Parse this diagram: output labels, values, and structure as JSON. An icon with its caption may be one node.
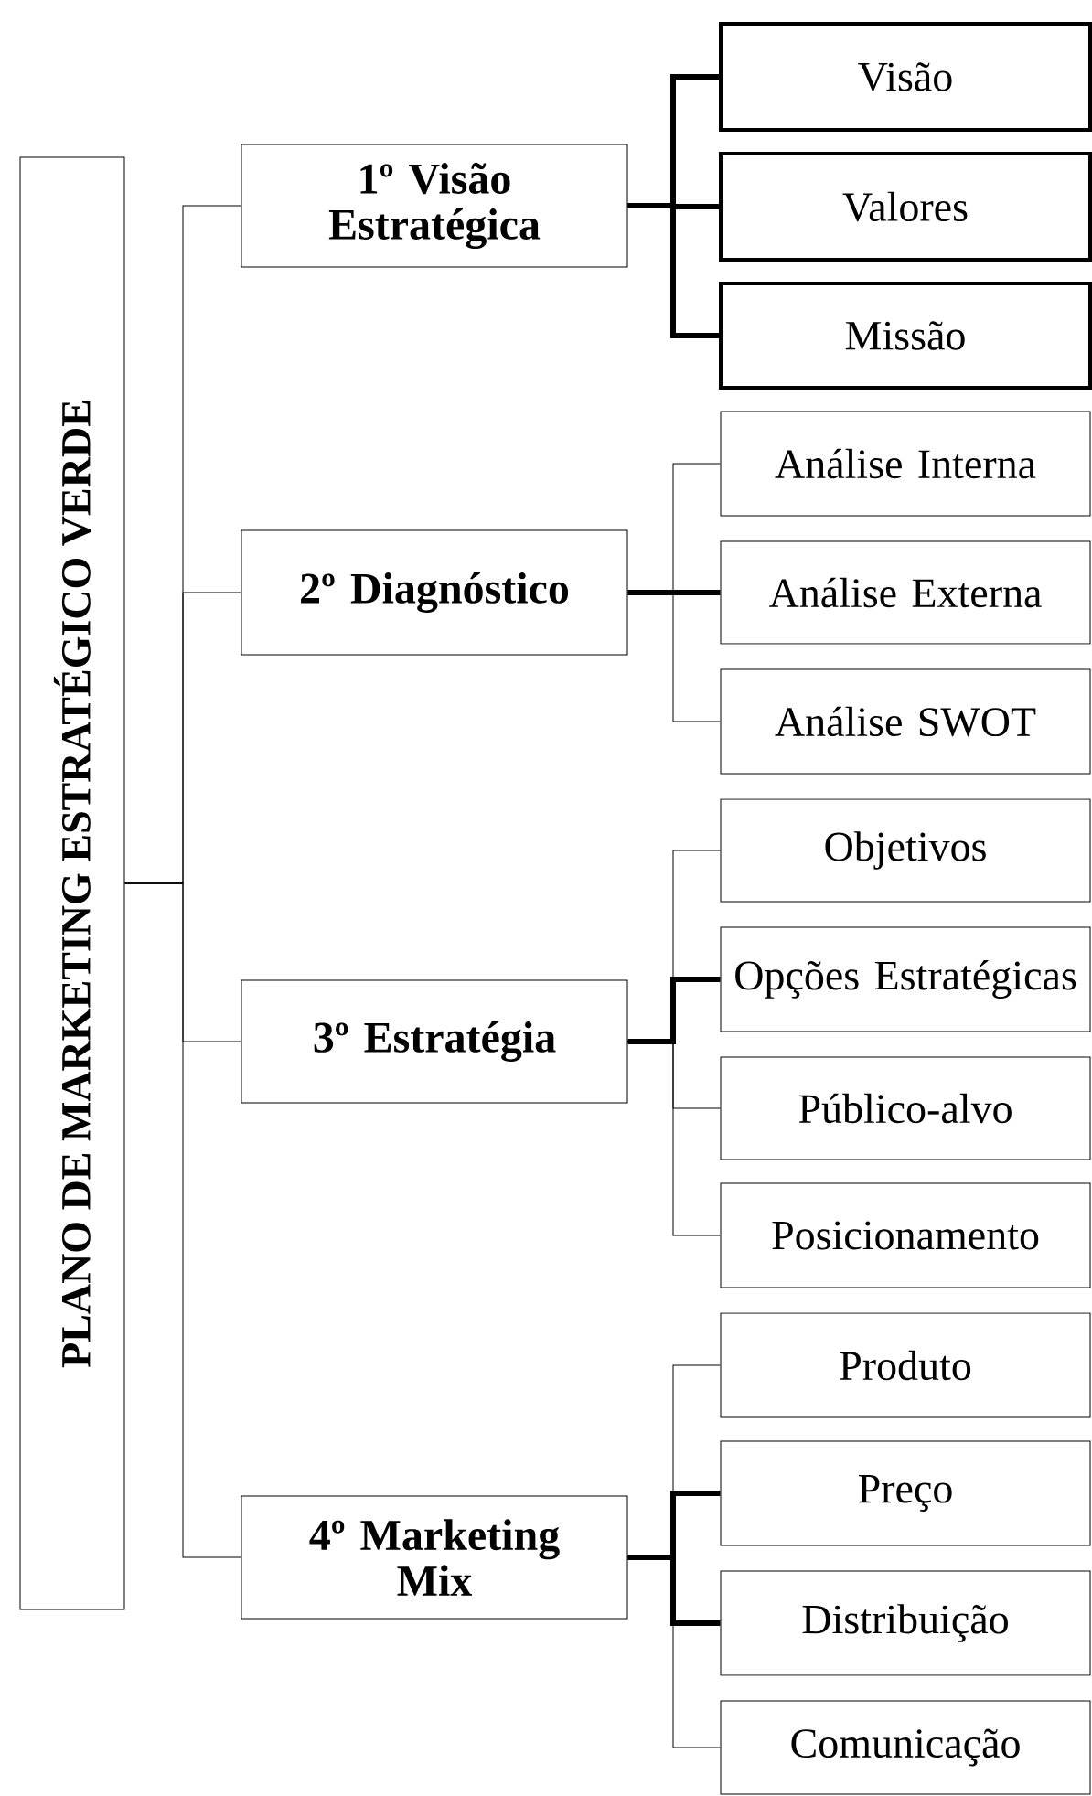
{
  "diagram": {
    "nodes": [
      {
        "text": [
          "PLANO DE MARKETING ESTRATÉGICO VERDE"
        ]
      },
      {
        "text": [
          "1º Visão Estratégica"
        ]
      },
      {
        "text": [
          "Visão"
        ]
      },
      {
        "text": [
          "Valores"
        ]
      },
      {
        "text": [
          "Missão"
        ]
      },
      {
        "text": [
          "2º Diagnóstico"
        ]
      },
      {
        "text": [
          "Análise Interna"
        ]
      },
      {
        "text": [
          "Análise Externa"
        ]
      },
      {
        "text": [
          "Análise SWOT"
        ]
      },
      {
        "text": [
          "3º Estratégia"
        ]
      },
      {
        "text": [
          "Objetivos"
        ]
      },
      {
        "text": [
          "Opções Estratégicas"
        ]
      },
      {
        "text": [
          "Público-alvo"
        ]
      },
      {
        "text": [
          "Posicionamento"
        ]
      },
      {
        "text": [
          "4º Marketing Mix"
        ]
      },
      {
        "text": [
          "Produto"
        ]
      },
      {
        "text": [
          "Preço"
        ]
      },
      {
        "text": [
          "Distribuição"
        ]
      },
      {
        "text": [
          "Comunicação"
        ]
      }
    ],
    "edges": [
      {
        "from": 0,
        "to": 1,
        "arrow": "none"
      },
      {
        "from": 0,
        "to": 5,
        "arrow": "none"
      },
      {
        "from": 0,
        "to": 9,
        "arrow": "none"
      },
      {
        "from": 0,
        "to": 14,
        "arrow": "none"
      },
      {
        "from": 1,
        "to": 2,
        "arrow": "none",
        "style": "thick"
      },
      {
        "from": 1,
        "to": 3,
        "arrow": "none",
        "style": "thick"
      },
      {
        "from": 1,
        "to": 4,
        "arrow": "none",
        "style": "thick"
      },
      {
        "from": 5,
        "to": 6,
        "arrow": "none"
      },
      {
        "from": 5,
        "to": 7,
        "arrow": "none",
        "style": "thick"
      },
      {
        "from": 5,
        "to": 8,
        "arrow": "none"
      },
      {
        "from": 9,
        "to": 10,
        "arrow": "none"
      },
      {
        "from": 9,
        "to": 11,
        "arrow": "none",
        "style": "thick"
      },
      {
        "from": 9,
        "to": 12,
        "arrow": "none"
      },
      {
        "from": 9,
        "to": 13,
        "arrow": "none"
      },
      {
        "from": 14,
        "to": 15,
        "arrow": "none"
      },
      {
        "from": 14,
        "to": 16,
        "arrow": "none",
        "style": "thick"
      },
      {
        "from": 14,
        "to": 17,
        "arrow": "none",
        "style": "thick"
      },
      {
        "from": 14,
        "to": 18,
        "arrow": "none"
      }
    ]
  }
}
